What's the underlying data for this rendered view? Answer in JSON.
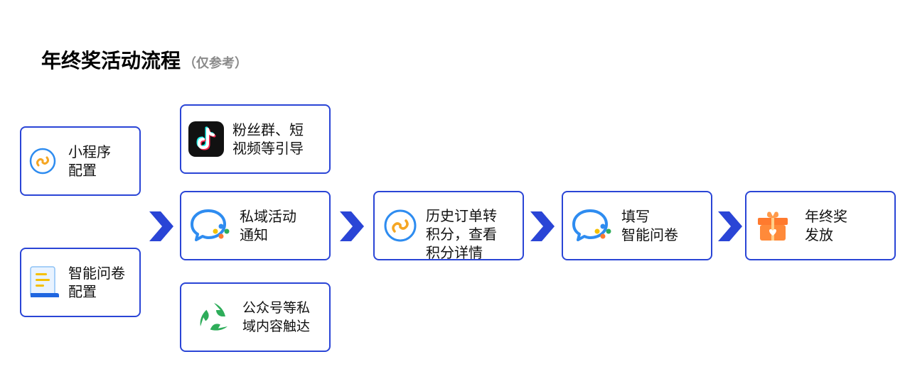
{
  "title": {
    "main": "年终奖活动流程",
    "note": "（仅参考）"
  },
  "colors": {
    "border": "#2a45d6",
    "arrow": "#2a45d6",
    "miniprogram_ring": "#2e8cf0",
    "miniprogram_glyph": "#f5a623",
    "chat_bubble": "#2e8cf0",
    "gift": "#ff7a2e",
    "recycle": "#2ead5a",
    "tiktok_bg": "#111111"
  },
  "nodes": {
    "miniprogram_config": {
      "icon": "miniprogram-icon",
      "lines": [
        "小程序",
        "配置"
      ]
    },
    "survey_config": {
      "icon": "document-icon",
      "lines": [
        "智能问卷",
        "配置"
      ]
    },
    "fan_group_video": {
      "icon": "tiktok-icon",
      "lines": [
        "粉丝群、短",
        "视频等引导"
      ]
    },
    "private_activity_notice": {
      "icon": "chat-icon",
      "lines": [
        "私域活动",
        "通知"
      ]
    },
    "official_account_reach": {
      "icon": "recycle-icon",
      "lines": [
        "公众号等私",
        "域内容触达"
      ]
    },
    "order_to_points": {
      "icon": "miniprogram-icon",
      "lines": [
        "历史订单转",
        "积分，查看",
        "积分详情"
      ]
    },
    "fill_survey": {
      "icon": "chat-icon",
      "lines": [
        "填写",
        "智能问卷"
      ]
    },
    "bonus_payout": {
      "icon": "gift-icon",
      "lines": [
        "年终奖",
        "发放"
      ]
    }
  }
}
